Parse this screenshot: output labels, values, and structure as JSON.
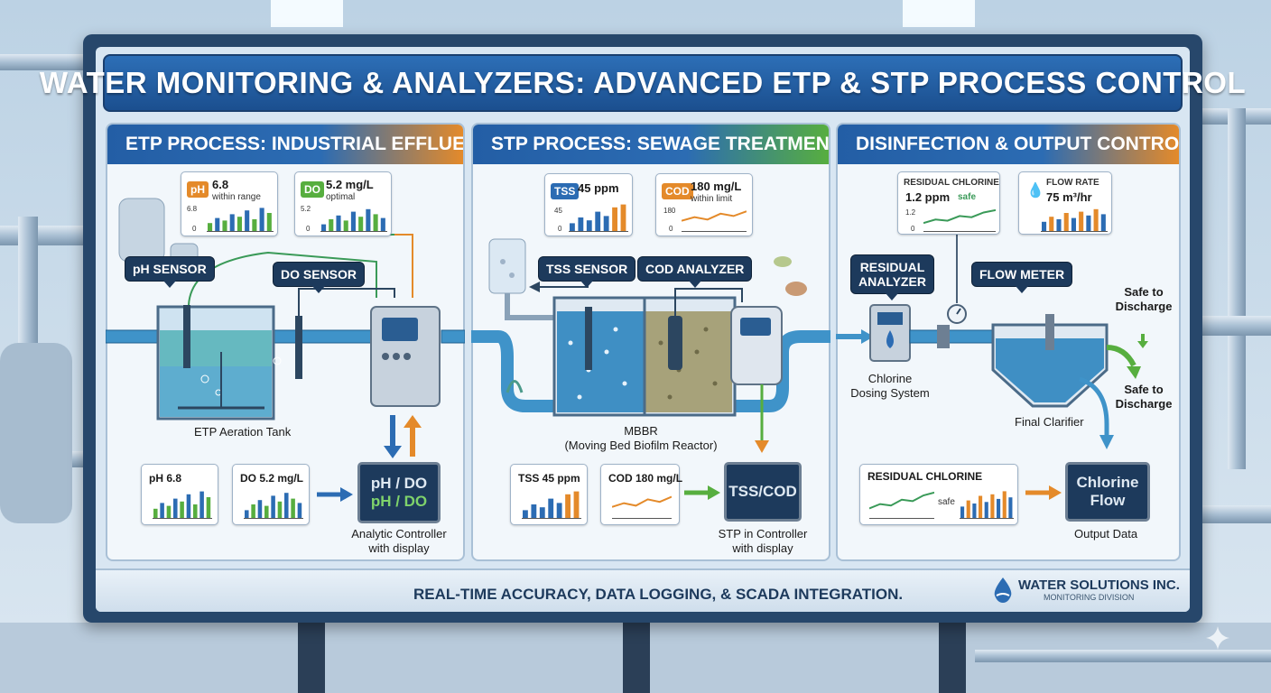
{
  "title": "WATER MONITORING & ANALYZERS: ADVANCED ETP & STP PROCESS CONTROL",
  "panels": {
    "etp": {
      "heading": "ETP PROCESS: INDUSTRIAL EFFLUENT",
      "ph_card": {
        "badge": "pH",
        "value": "6.8",
        "status": "within range",
        "axis_top": "6.8",
        "axis_zero": "0",
        "bars": [
          0.35,
          0.55,
          0.45,
          0.7,
          0.6,
          0.85,
          0.5,
          0.95,
          0.75
        ]
      },
      "do_card": {
        "badge": "DO",
        "value": "5.2 mg/L",
        "status": "optimal",
        "axis_top": "5.2",
        "axis_zero": "0",
        "bars": [
          0.3,
          0.5,
          0.65,
          0.45,
          0.8,
          0.6,
          0.9,
          0.7,
          0.55
        ]
      },
      "ph_sensor": "pH SENSOR",
      "do_sensor": "DO SENSOR",
      "tank_label": "ETP Aeration Tank",
      "mini_ph": "pH 6.8",
      "mini_do": "DO 5.2 mg/L",
      "screen_line1": "pH / DO",
      "screen_line2": "pH / DO",
      "controller_line1": "Analytic Controller",
      "controller_line2": "with display"
    },
    "stp": {
      "heading": "STP PROCESS: SEWAGE TREATMENT",
      "tss_card": {
        "badge": "TSS",
        "value": "45 ppm",
        "axis_top": "45",
        "axis_zero": "0",
        "bars": [
          0.3,
          0.5,
          0.4,
          0.7,
          0.55,
          0.85,
          0.95
        ]
      },
      "cod_card": {
        "badge": "COD",
        "value": "180 mg/L",
        "status": "within limit",
        "axis_top": "180",
        "axis_zero": "0",
        "line": [
          0.4,
          0.55,
          0.45,
          0.7,
          0.6,
          0.8
        ]
      },
      "tss_sensor": "TSS SENSOR",
      "cod_analyzer": "COD ANALYZER",
      "reactor_line1": "MBBR",
      "reactor_line2": "(Moving Bed Biofilm Reactor)",
      "mini_tss": "TSS 45 ppm",
      "mini_cod": "COD 180 mg/L",
      "screen_line1": "TSS/COD",
      "controller_line1": "STP in Controller",
      "controller_line2": "with display"
    },
    "disinfection": {
      "heading": "DISINFECTION & OUTPUT CONTROL",
      "chlorine_card": {
        "title": "RESIDUAL CHLORINE",
        "value": "1.2 ppm",
        "status": "safe",
        "axis_top": "1.2",
        "axis_zero": "0",
        "line": [
          0.3,
          0.45,
          0.4,
          0.6,
          0.55,
          0.75,
          0.85
        ]
      },
      "flow_card": {
        "title": "FLOW RATE",
        "value": "75 m³/hr",
        "bars": [
          0.4,
          0.6,
          0.5,
          0.75,
          0.55,
          0.8,
          0.65,
          0.9,
          0.7
        ]
      },
      "residual_analyzer_line1": "RESIDUAL",
      "residual_analyzer_line2": "ANALYZER",
      "flow_meter": "FLOW METER",
      "safe_top_line1": "Safe to",
      "safe_top_line2": "Discharge",
      "dosing_line1": "Chlorine",
      "dosing_line2": "Dosing System",
      "safe_bottom_line1": "Safe to",
      "safe_bottom_line2": "Discharge",
      "clarifier": "Final Clarifier",
      "mini_chlorine_title": "RESIDUAL CHLORINE",
      "mini_chlorine_status": "safe",
      "screen_line1": "Chlorine",
      "screen_line2": "Flow",
      "output_label": "Output Data"
    }
  },
  "footer": {
    "text": "REAL-TIME ACCURACY, DATA LOGGING, & SCADA INTEGRATION.",
    "brand": "WATER SOLUTIONS INC.",
    "division": "MONITORING DIVISION"
  },
  "colors": {
    "navy": "#1d3a5c",
    "blue": "#2c6cb3",
    "orange": "#e48a2a",
    "green": "#57ae3f",
    "water": "#3f93c9"
  }
}
